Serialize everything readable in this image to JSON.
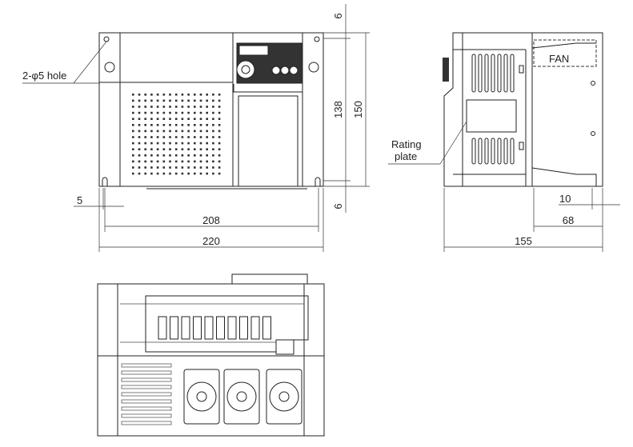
{
  "front_view": {
    "hole_label": "2-φ5 hole",
    "dims": {
      "top_offset": "6",
      "hole_pitch_v": "138",
      "height": "150",
      "bottom_offset": "6",
      "hole_offset": "5",
      "hole_pitch_h": "208",
      "width": "220"
    }
  },
  "side_view": {
    "fan_label": "FAN",
    "rating_plate_label_1": "Rating",
    "rating_plate_label_2": "plate",
    "dims": {
      "rear_offset": "10",
      "heatsink_depth": "68",
      "depth": "155"
    }
  },
  "colors": {
    "line": "#222222",
    "background": "#ffffff"
  }
}
